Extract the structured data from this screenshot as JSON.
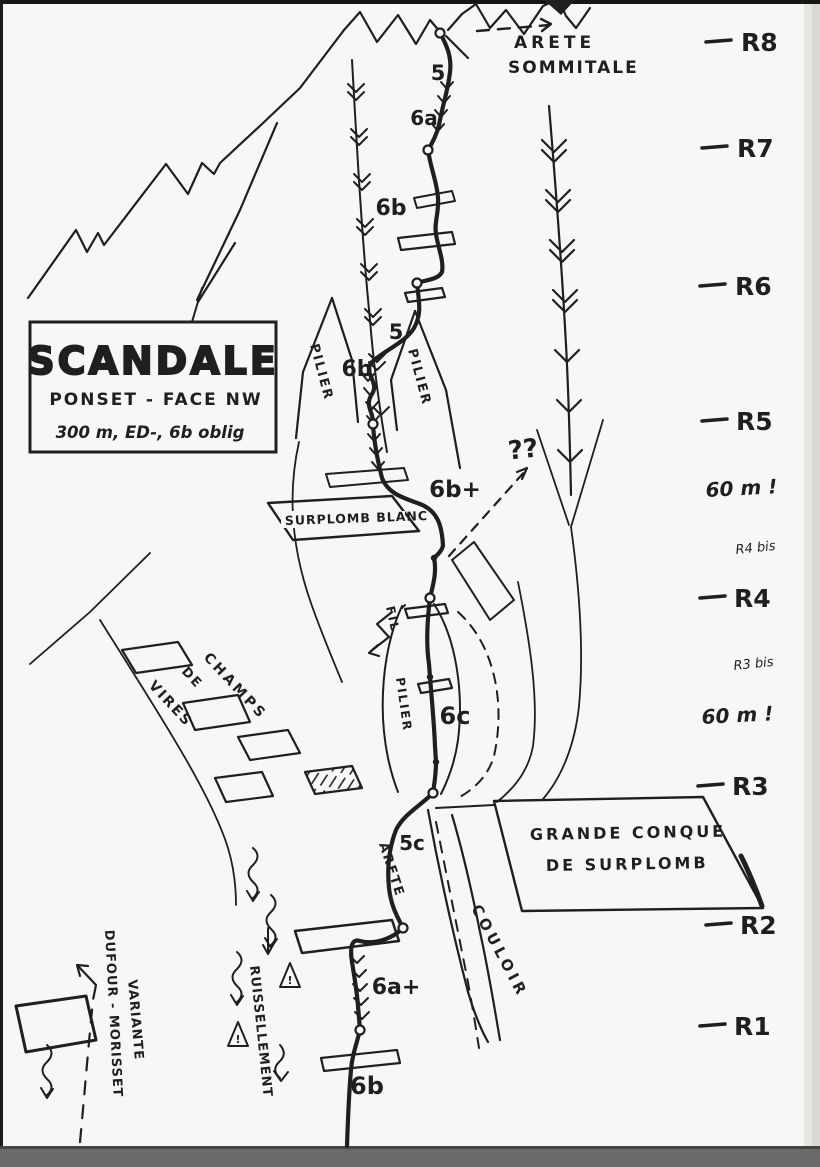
{
  "colors": {
    "ink": "#1f1f1f",
    "paper": "#f8f7f5",
    "bottom_bar": "#6a6a6a"
  },
  "title_box": {
    "title": "SCANDALE",
    "line2": "PONSET - FACE NW",
    "line3": "300 m, ED-, 6b oblig"
  },
  "summit": {
    "arete": "ARETE",
    "sommitale": "SOMMITALE"
  },
  "rail": {
    "r8": "R8",
    "r7": "R7",
    "r6": "R6",
    "r5": "R5",
    "rope_upper": "60 m !",
    "r4bis": "R4 bis",
    "r4": "R4",
    "r3bis": "R3 bis",
    "rope_lower": "60 m !",
    "r3": "R3",
    "r2": "R2",
    "r1": "R1"
  },
  "grades": {
    "top5": "5",
    "top6a": "6a",
    "p7_6b": "6b",
    "mid5": "5",
    "mid6b": "6b",
    "bplus": "6b+",
    "c6": "6c",
    "c5c": "5c",
    "aplus": "6a+",
    "b_bottom": "6b"
  },
  "labels": {
    "pilier_left": "PILIER",
    "pilier_right": "PILIER",
    "surplomb": "SURPLOMB BLANC",
    "question": "??",
    "fil": "FIL",
    "pilier_fil": "PILIER",
    "champs1": "CHAMPS",
    "champs2": "DE",
    "champs3": "VIRES",
    "conque1": "GRANDE  CONQUE",
    "conque2": "DE  SURPLOMB",
    "arete": "ARETE",
    "couloir": "COULOIR",
    "ruissellement": "RUISSELLEMENT",
    "variante1": "VARIANTE",
    "variante2": "DUFOUR - MORISSET",
    "warn1": "!",
    "warn2": "!"
  }
}
